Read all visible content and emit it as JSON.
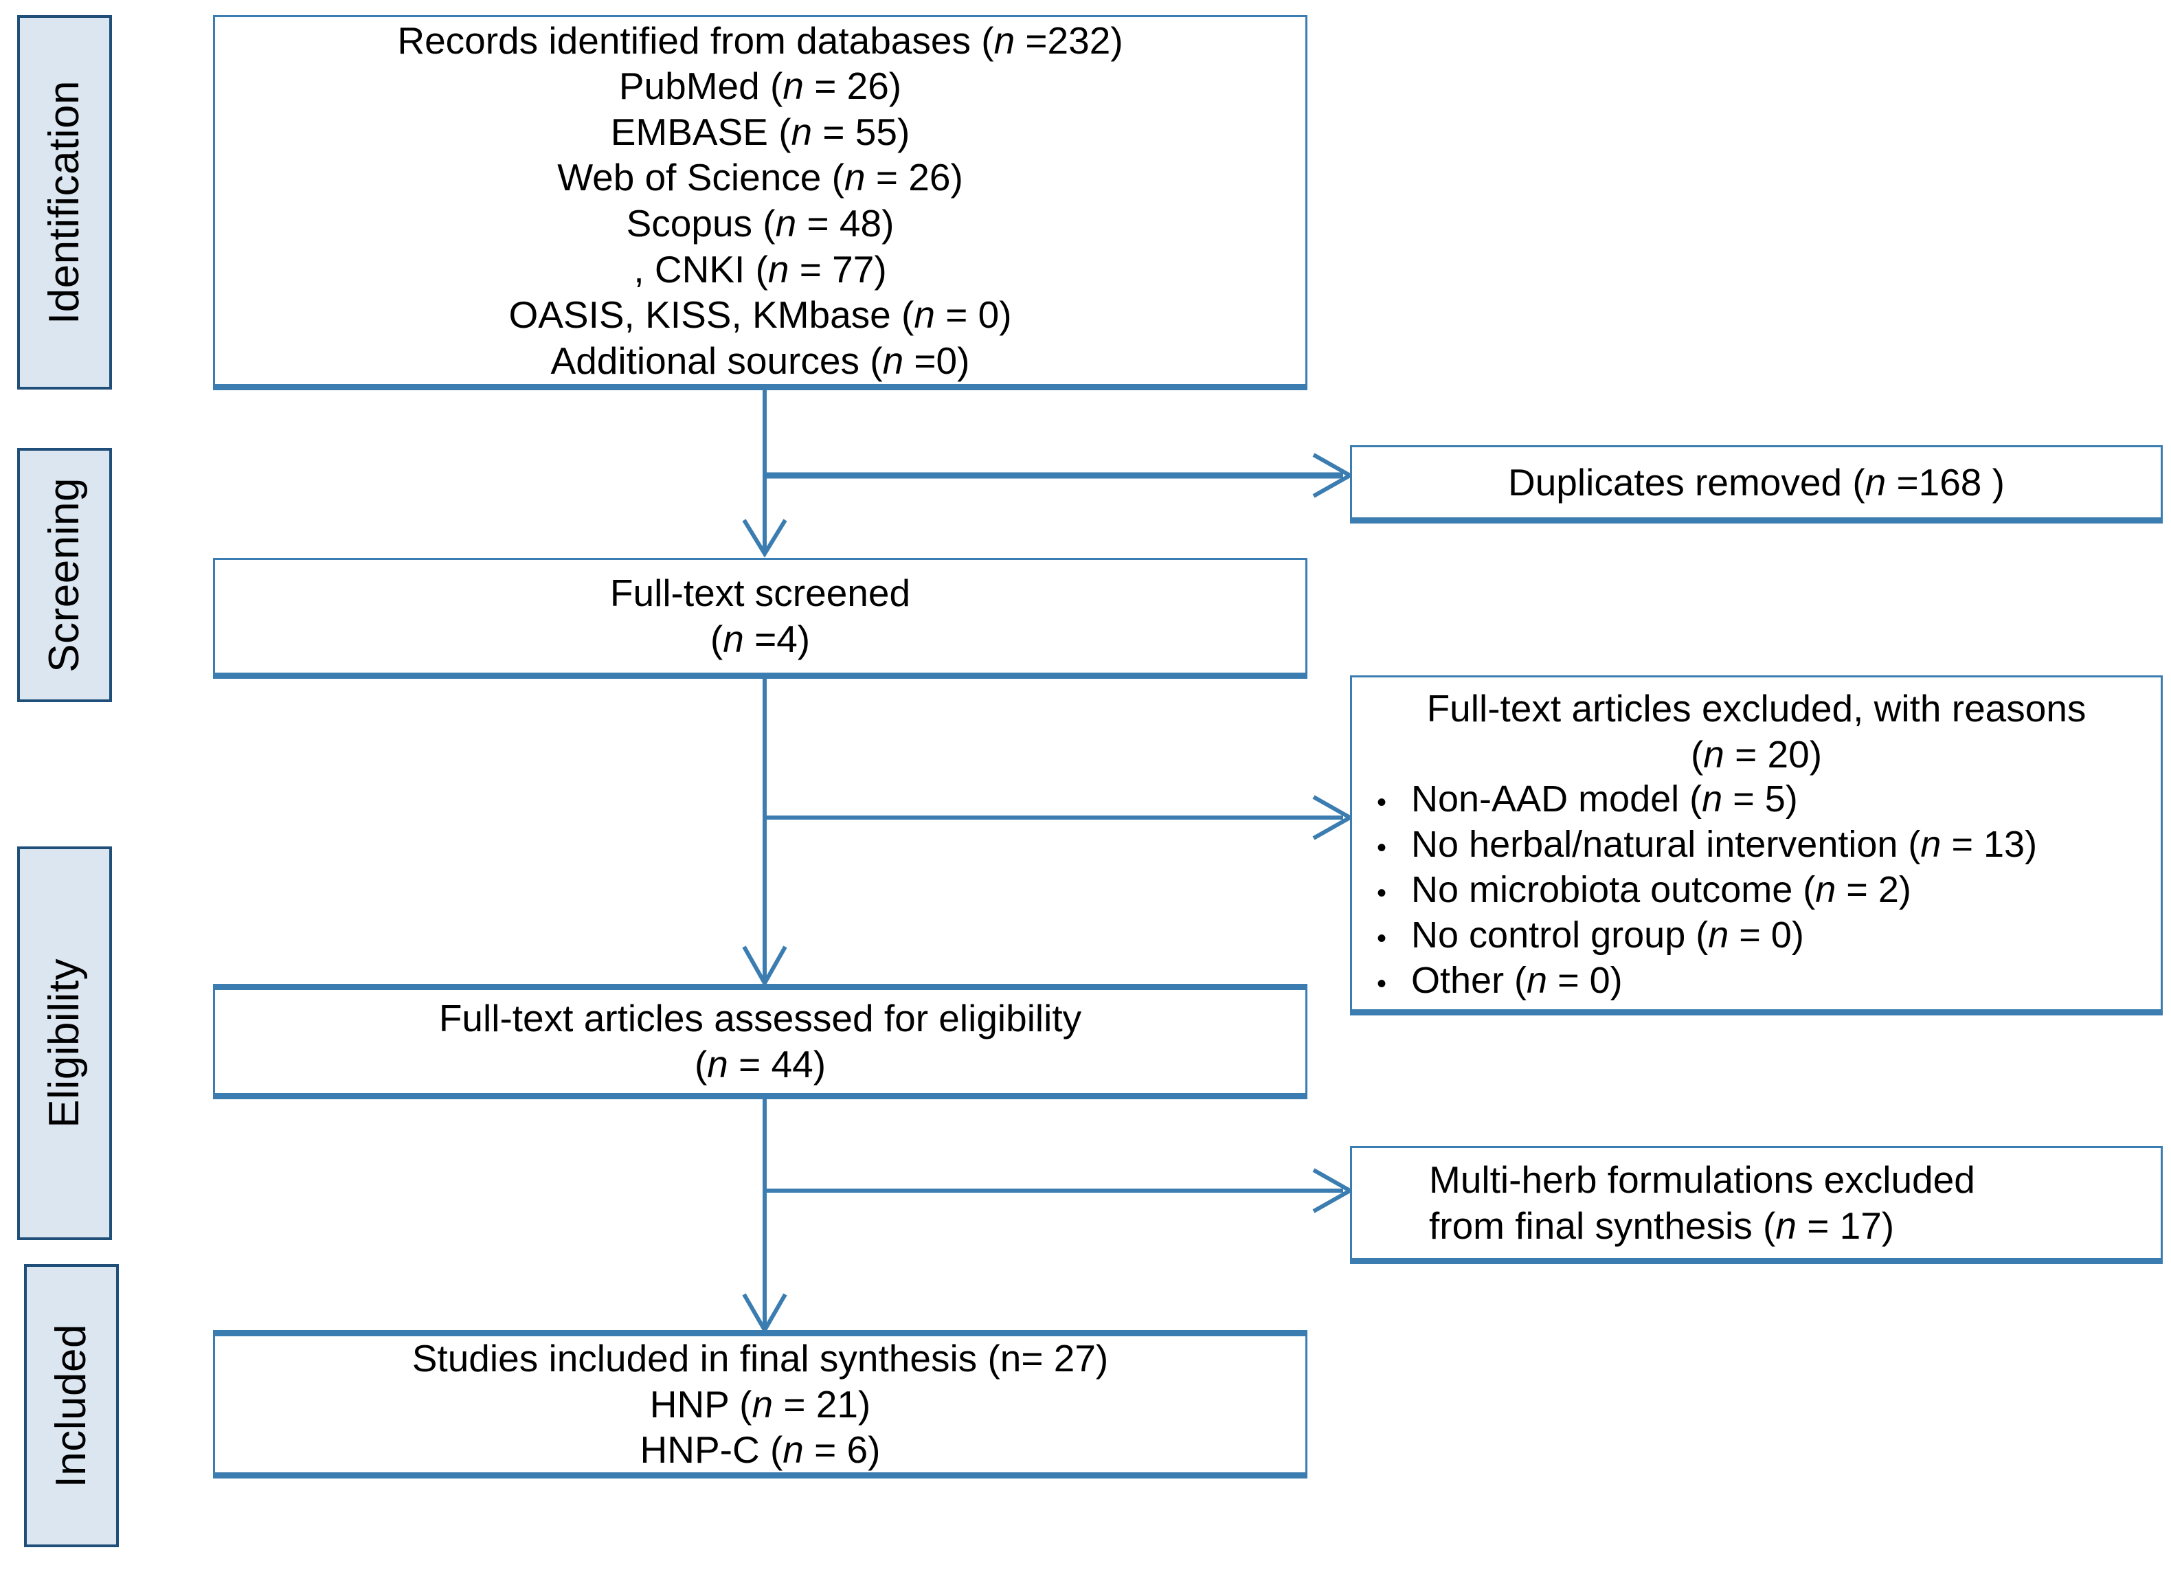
{
  "diagram": {
    "title": "PRISMA flow diagram",
    "accent_border_color": "#3B7DB0",
    "stage_fill_color": "#DCE6F1",
    "stage_border_color": "#1F4E79"
  },
  "stages": [
    {
      "label": "Identification"
    },
    {
      "label": "Screening"
    },
    {
      "label": "Eligibility"
    },
    {
      "label": "Included"
    }
  ],
  "boxes": {
    "identification": {
      "lines": [
        {
          "text": "Records identified from databases (",
          "italic": "n",
          "tail": " =232)"
        },
        {
          "text": "PubMed (",
          "italic": "n",
          "tail": " = 26)"
        },
        {
          "text": "EMBASE (",
          "italic": "n",
          "tail": " = 55)"
        },
        {
          "text": "Web of Science (",
          "italic": "n",
          "tail": " = 26)"
        },
        {
          "text": "Scopus (",
          "italic": "n",
          "tail": " = 48)"
        },
        {
          "text": ", CNKI (",
          "italic": "n",
          "tail": " = 77)"
        },
        {
          "text": "OASIS, KISS, KMbase (",
          "italic": "n",
          "tail": " = 0)"
        },
        {
          "text": "Additional sources (",
          "italic": "n",
          "tail": " =0)"
        }
      ]
    },
    "duplicates": {
      "lines": [
        {
          "text": "Duplicates removed (",
          "italic": "n",
          "tail": " =168 )"
        }
      ]
    },
    "screened": {
      "lines": [
        {
          "text": "Full-text screened",
          "italic": "",
          "tail": ""
        },
        {
          "text": "(",
          "italic": "n",
          "tail": " =4)"
        }
      ]
    },
    "excluded": {
      "heading": [
        {
          "text": "Full-text articles excluded, with reasons",
          "italic": "",
          "tail": ""
        },
        {
          "text": "(",
          "italic": "n",
          "tail": " = 20)"
        }
      ],
      "reasons": [
        {
          "bullet": "•",
          "text": "Non-AAD model (",
          "italic": "n",
          "tail": " = 5)"
        },
        {
          "bullet": "•",
          "text": "No herbal/natural intervention (",
          "italic": "n",
          "tail": " = 13)"
        },
        {
          "bullet": "•",
          "text": "No microbiota outcome (",
          "italic": "n",
          "tail": " = 2)"
        },
        {
          "bullet": "•",
          "text": "No control group (",
          "italic": "n",
          "tail": " = 0)"
        },
        {
          "bullet": "•",
          "text": "Other (",
          "italic": "n",
          "tail": " = 0)"
        }
      ]
    },
    "assessed": {
      "lines": [
        {
          "text": "Full-text articles assessed  for eligibility",
          "italic": "",
          "tail": ""
        },
        {
          "text": "(",
          "italic": "n",
          "tail": " =  44)"
        }
      ]
    },
    "multiherb": {
      "lines": [
        {
          "text": "Multi-herb formulations excluded",
          "italic": "",
          "tail": ""
        },
        {
          "text": "from final synthesis (",
          "italic": "n",
          "tail": " = 17)"
        }
      ]
    },
    "included": {
      "lines": [
        {
          "text": "Studies included in final synthesis (n= 27)",
          "italic": "",
          "tail": ""
        },
        {
          "text": "HNP (",
          "italic": "n",
          "tail": " = 21)"
        },
        {
          "text": "HNP-C (",
          "italic": "n",
          "tail": " = 6)"
        }
      ]
    }
  }
}
